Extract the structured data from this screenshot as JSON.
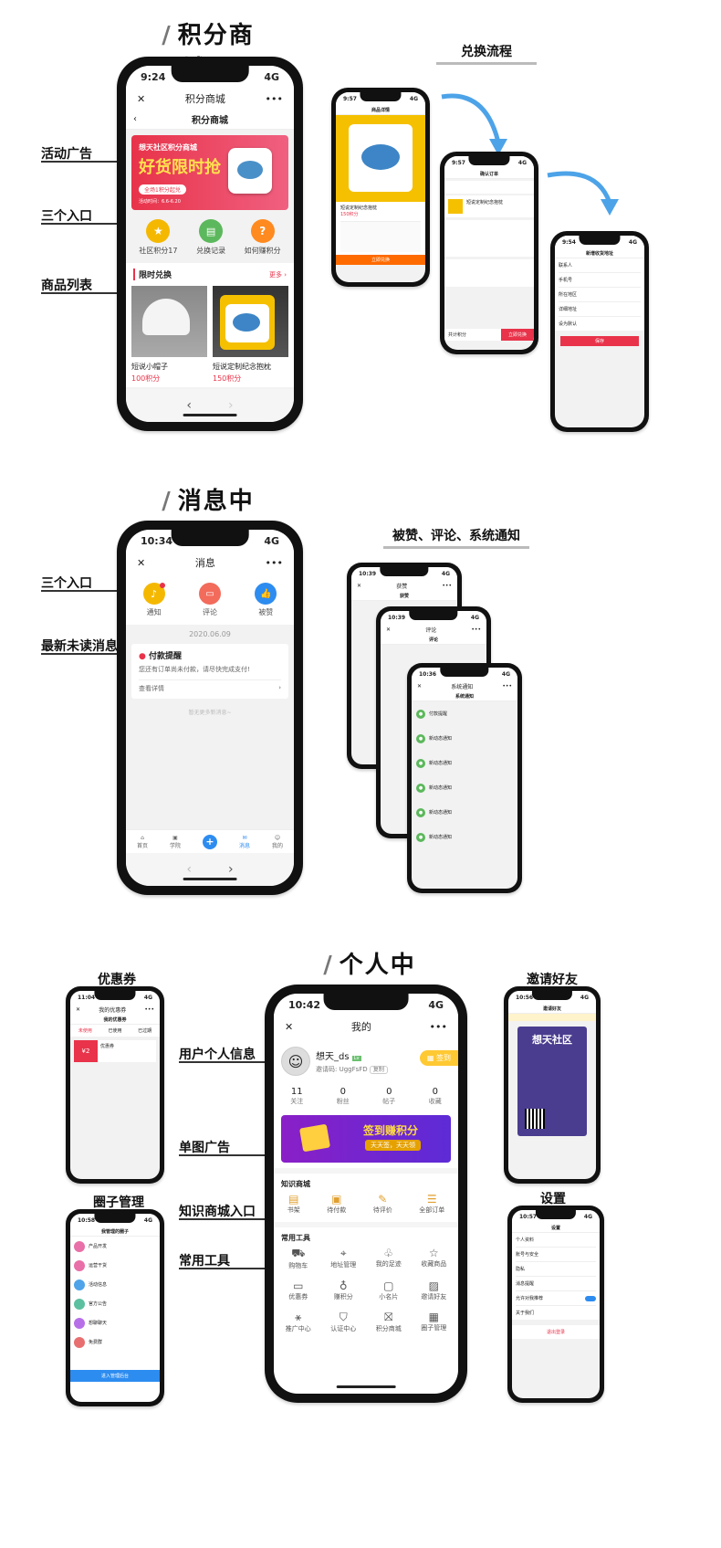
{
  "sections": {
    "mall": "积分商城",
    "message": "消息中心",
    "profile": "个人中心"
  },
  "annotations": {
    "mall": [
      "活动广告",
      "三个入口",
      "商品列表"
    ],
    "message": [
      "三个入口",
      "最新未读消息"
    ],
    "profile": [
      "用户个人信息",
      "单图广告",
      "知识商城入口",
      "常用工具"
    ]
  },
  "subtitles": {
    "exchange_flow": "兑换流程",
    "likes_flow": "被赞、评论、系统通知",
    "coupon": "优惠券",
    "invite": "邀请好友",
    "circle": "圈子管理",
    "settings": "设置"
  },
  "mall_phone": {
    "time": "9:24",
    "status": "4G",
    "nav_title": "积分商城",
    "page_title": "积分商城",
    "banner_top": "想天社区积分商城",
    "banner_main": "好货限时抢",
    "banner_sub": "全场1积分起兑",
    "banner_date": "活动时间：6.6-6.20",
    "entries": [
      "社区积分17",
      "兑换记录",
      "如何赚积分"
    ],
    "flash_title": "限时兑换",
    "more": "更多",
    "products": [
      {
        "name": "短说小帽子",
        "price": "100积分"
      },
      {
        "name": "短说定制纪念抱枕",
        "price": "150积分"
      }
    ]
  },
  "flow_phones": {
    "detail": {
      "time": "9:57",
      "title": "商品详情",
      "name": "短说定制纪念抱枕",
      "price": "150积分",
      "btn": "立即兑换"
    },
    "order": {
      "time": "9:57",
      "title": "确认订单",
      "item": "短说定制纪念抱枕",
      "btn": "立即兑换",
      "total": "共计积分"
    },
    "address": {
      "time": "9:54",
      "title": "新增收货地址",
      "fields": [
        "联系人",
        "手机号",
        "所在地区",
        "详细地址",
        "设为默认"
      ],
      "btn": "保存"
    }
  },
  "msg_phone": {
    "time": "10:34",
    "status": "4G",
    "nav_title": "消息",
    "entries": [
      "通知",
      "评论",
      "被赞"
    ],
    "date": "2020.06.09",
    "msg_title": "付款提醒",
    "msg_body": "您还有订单尚未付款，请尽快完成支付!",
    "msg_link": "查看详情",
    "no_more": "暂无更多新消息~",
    "tabs": [
      "首页",
      "学院",
      "",
      "消息",
      "我的"
    ]
  },
  "stack_phones": {
    "like": {
      "time": "10:39",
      "title": "获赞"
    },
    "comment": {
      "time": "10:39",
      "title": "评论"
    },
    "system": {
      "time": "10:36",
      "title": "系统通知",
      "items": [
        "付款提醒",
        "新动态通知",
        "新动态通知",
        "新动态通知",
        "新动态通知",
        "新动态通知"
      ]
    }
  },
  "profile_phone": {
    "time": "10:42",
    "status": "4G",
    "nav_title": "我的",
    "username": "想天_ds",
    "invite_code": "邀请码: UggFsFD",
    "copy": "复制",
    "checkin": "签到",
    "stats": [
      {
        "num": "11",
        "label": "关注"
      },
      {
        "num": "0",
        "label": "粉丝"
      },
      {
        "num": "0",
        "label": "帖子"
      },
      {
        "num": "0",
        "label": "收藏"
      }
    ],
    "ad_main": "签到赚积分",
    "ad_sub": "天天签，天天领",
    "knowledge_title": "知识商城",
    "knowledge_items": [
      "书架",
      "待付款",
      "待评价",
      "全部订单"
    ],
    "tools_title": "常用工具",
    "tools": [
      "购物车",
      "地址管理",
      "我的足迹",
      "收藏商品",
      "优惠券",
      "赚积分",
      "小名片",
      "邀请好友",
      "推广中心",
      "认证中心",
      "积分商城",
      "圈子管理"
    ]
  },
  "coupon_phone": {
    "time": "11:04",
    "title": "我的优惠券",
    "tabs": [
      "未使用",
      "已使用",
      "已过期"
    ],
    "amount": "¥2",
    "name": "优惠券"
  },
  "invite_phone": {
    "time": "10:56",
    "title": "邀请好友",
    "poster": "想天社区"
  },
  "circle_phone": {
    "time": "10:58",
    "title": "我管理的圈子",
    "items": [
      "产品开发",
      "运营干货",
      "活动信息",
      "官方公告",
      "想聊聊天",
      "免费群"
    ],
    "btn": "进入管理后台"
  },
  "settings_phone": {
    "time": "10:57",
    "title": "设置",
    "items": [
      "个人资料",
      "账号与安全",
      "隐私",
      "消息提醒",
      "允许对我推荐",
      "关于我们"
    ],
    "logout": "退出登录"
  },
  "colors": {
    "red": "#e8334a",
    "orange": "#ff8a1f",
    "green": "#5cb85c",
    "blue": "#2d8cf0",
    "yellow": "#f5b800"
  }
}
